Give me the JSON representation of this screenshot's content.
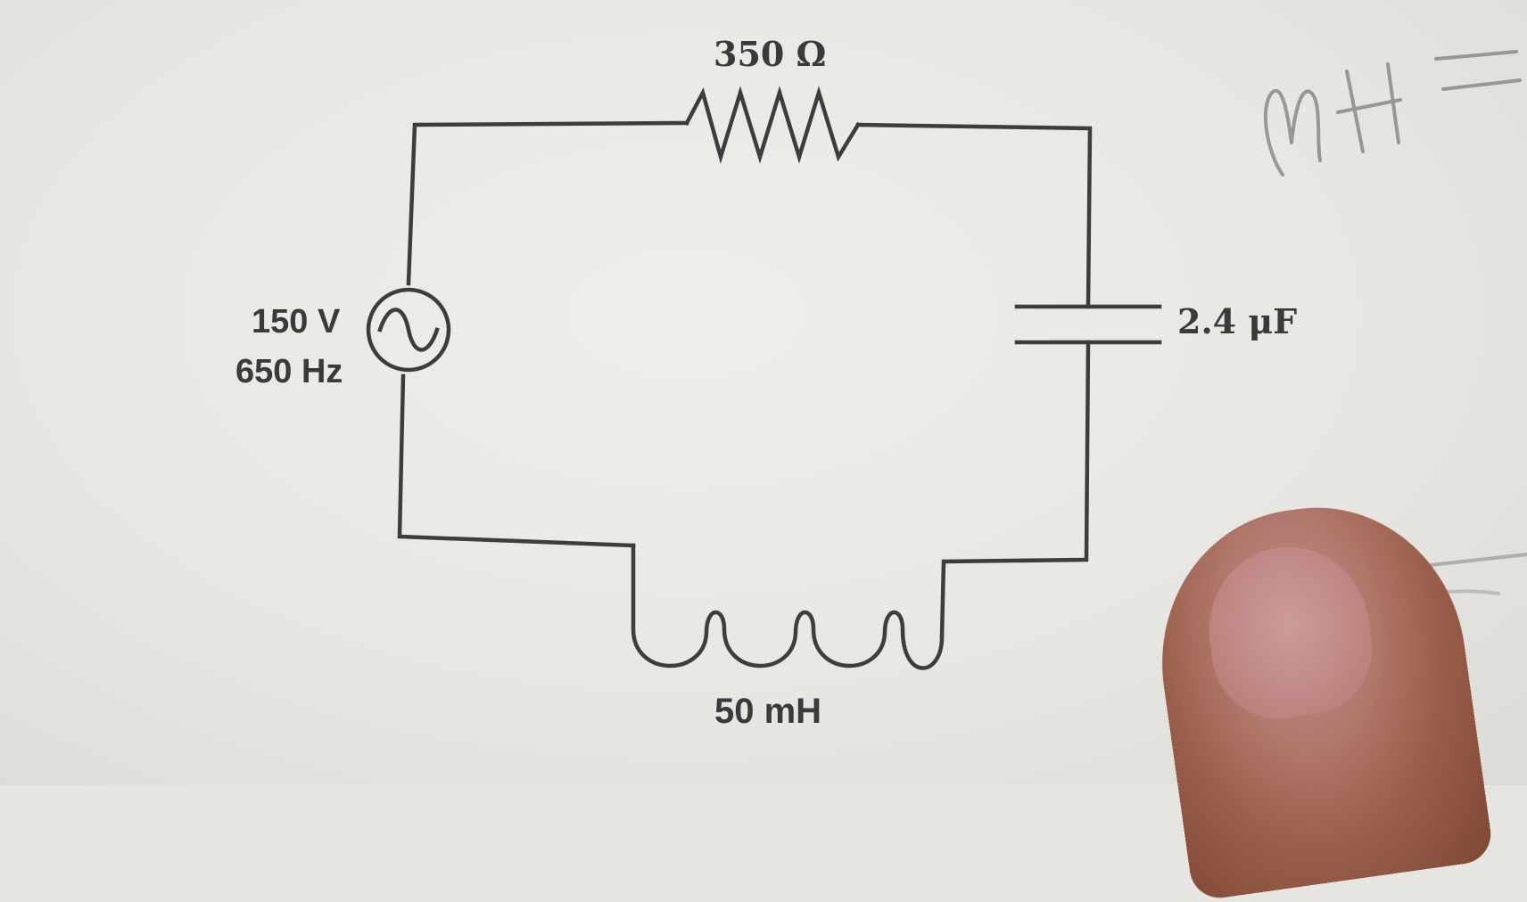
{
  "components": {
    "resistor": {
      "label": "350 Ω"
    },
    "source": {
      "voltage": "150 V",
      "frequency": "650 Hz"
    },
    "capacitor": {
      "label": "2.4 μF"
    },
    "inductor": {
      "label": "50 mH"
    }
  },
  "handwritten_note": "MH="
}
